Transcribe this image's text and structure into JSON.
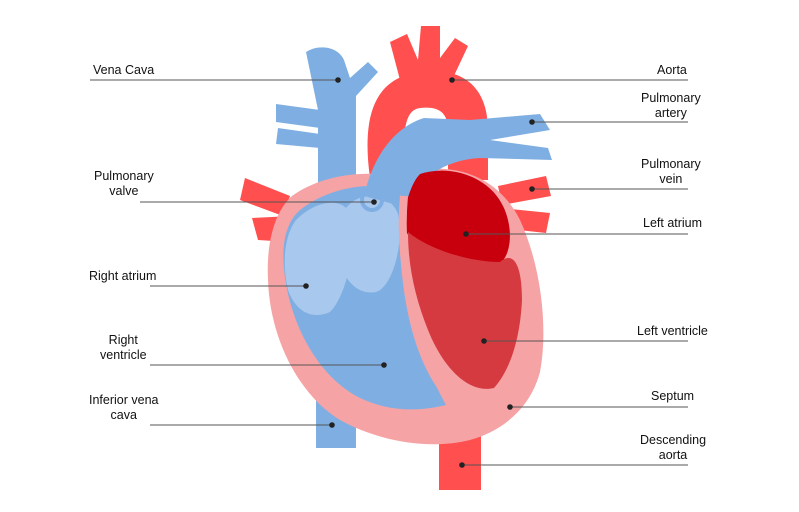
{
  "colors": {
    "blue": "#7FAFE2",
    "blue_light": "#A9C8EE",
    "red": "#FF4F4F",
    "dark_red": "#C8000E",
    "mid_red": "#D53A40",
    "pink": "#F6A3A5",
    "line": "#555555"
  },
  "labels": {
    "vena_cava": "Vena Cava",
    "aorta": "Aorta",
    "pulmonary_artery": [
      "Pulmonary",
      "artery"
    ],
    "pulmonary_valve": [
      "Pulmonary",
      "valve"
    ],
    "pulmonary_vein": [
      "Pulmonary",
      "vein"
    ],
    "left_atrium": "Left atrium",
    "right_atrium": "Right atrium",
    "right_ventricle": [
      "Right",
      "ventricle"
    ],
    "left_ventricle": "Left ventricle",
    "inferior_vena_cava": [
      "Inferior vena",
      "cava"
    ],
    "septum": "Septum",
    "descending_aorta": [
      "Descending",
      "aorta"
    ]
  }
}
